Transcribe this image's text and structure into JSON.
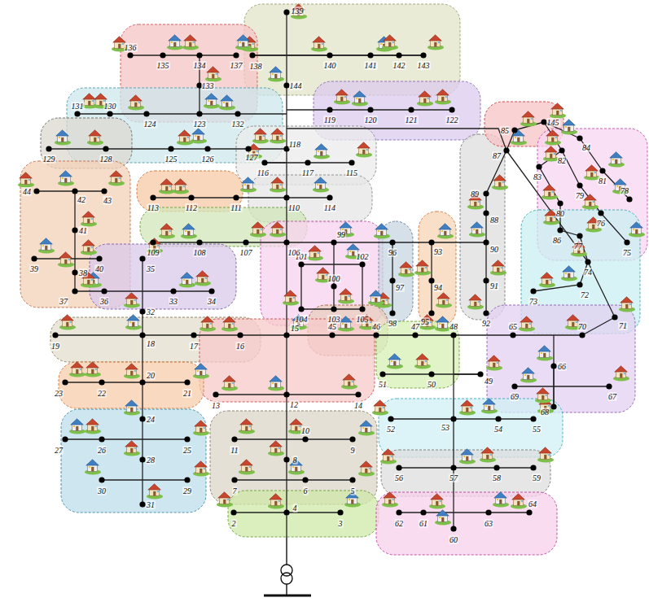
{
  "diagram": {
    "labels": [
      "2",
      "3",
      "4",
      "5",
      "6",
      "7",
      "8",
      "9",
      "10",
      "11",
      "12",
      "13",
      "14",
      "15",
      "16",
      "17",
      "18",
      "19",
      "20",
      "21",
      "22",
      "23",
      "24",
      "25",
      "26",
      "27",
      "28",
      "29",
      "30",
      "31",
      "32",
      "33",
      "34",
      "35",
      "36",
      "37",
      "38",
      "39",
      "40",
      "41",
      "42",
      "43",
      "44",
      "45",
      "46",
      "47",
      "48",
      "49",
      "50",
      "51",
      "52",
      "53",
      "54",
      "55",
      "56",
      "57",
      "58",
      "59",
      "60",
      "61",
      "62",
      "63",
      "64",
      "65",
      "66",
      "67",
      "68",
      "69",
      "70",
      "71",
      "72",
      "73",
      "74",
      "75",
      "76",
      "77",
      "78",
      "79",
      "80",
      "81",
      "82",
      "83",
      "84",
      "85",
      "86",
      "87",
      "88",
      "89",
      "90",
      "91",
      "92",
      "93",
      "94",
      "95",
      "96",
      "97",
      "98",
      "99",
      "100",
      "101",
      "102",
      "103",
      "104",
      "105",
      "106",
      "107",
      "108",
      "109",
      "110",
      "111",
      "112",
      "113",
      "114",
      "115",
      "116",
      "117",
      "118",
      "119",
      "120",
      "121",
      "122",
      "123",
      "124",
      "125",
      "126",
      "127",
      "128",
      "129",
      "130",
      "131",
      "132",
      "133",
      "134",
      "135",
      "136",
      "137",
      "138",
      "139",
      "140",
      "141",
      "142",
      "143",
      "144",
      "145"
    ]
  }
}
